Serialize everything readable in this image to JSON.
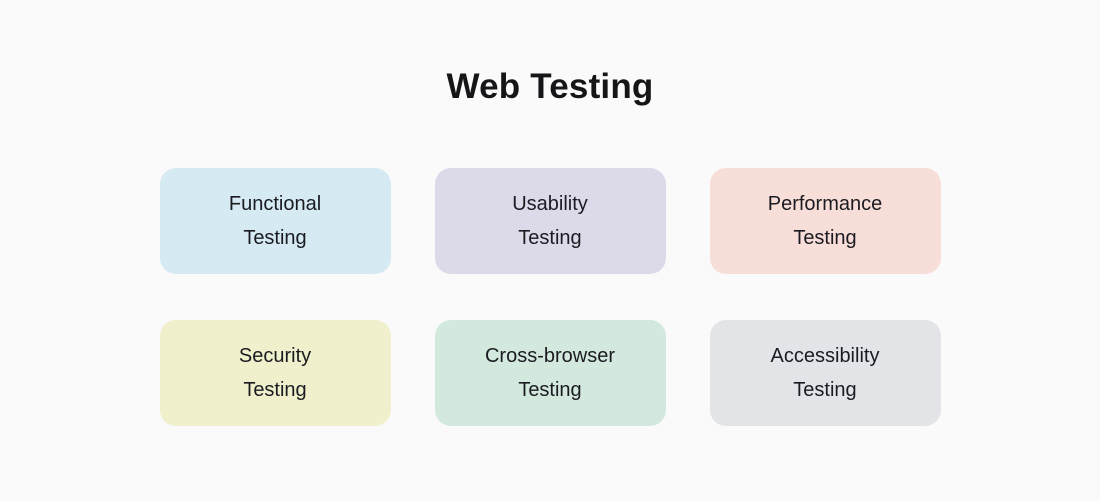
{
  "page": {
    "background": "#fafafa",
    "title": "Web Testing",
    "title_color": "#161619",
    "card_text_color": "#1b1b22"
  },
  "cards": [
    {
      "name": "functional-testing",
      "line1": "Functional",
      "line2": "Testing",
      "bg": "#d5eaf2"
    },
    {
      "name": "usability-testing",
      "line1": "Usability",
      "line2": "Testing",
      "bg": "#dcdae8"
    },
    {
      "name": "performance-testing",
      "line1": "Performance",
      "line2": "Testing",
      "bg": "#f8ded9"
    },
    {
      "name": "security-testing",
      "line1": "Security",
      "line2": "Testing",
      "bg": "#f0f0cd"
    },
    {
      "name": "cross-browser-testing",
      "line1": "Cross-browser",
      "line2": "Testing",
      "bg": "#d4e9de"
    },
    {
      "name": "accessibility-testing",
      "line1": "Accessibility",
      "line2": "Testing",
      "bg": "#e2e4e7"
    }
  ]
}
